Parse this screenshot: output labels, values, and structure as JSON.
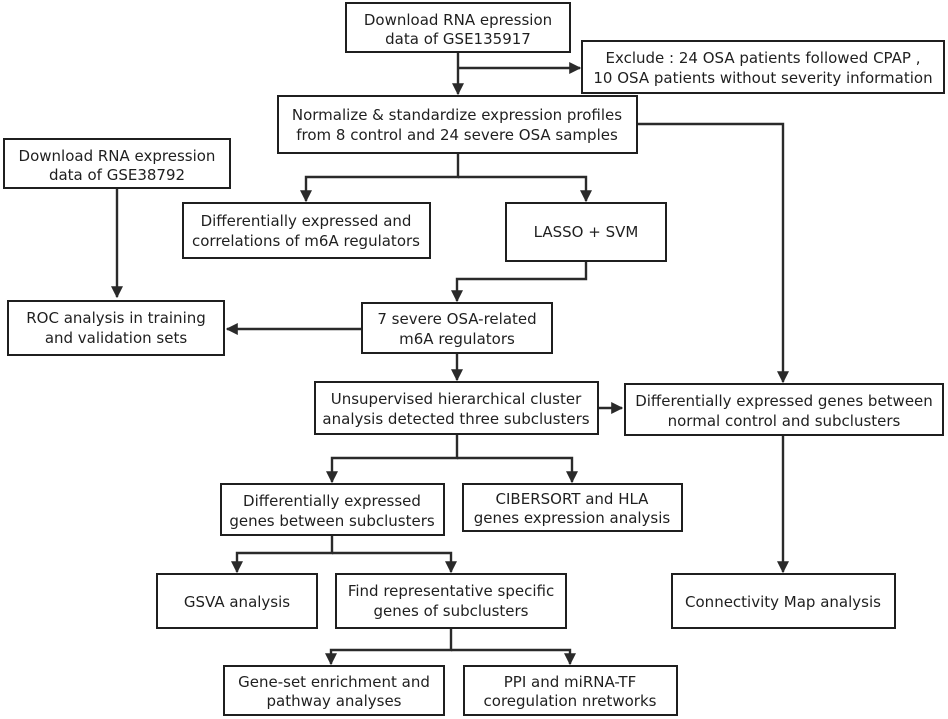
{
  "nodes": {
    "download_gse135917": [
      "Download RNA epression",
      "data of GSE135917"
    ],
    "exclude": [
      "Exclude : 24 OSA patients followed CPAP ,",
      "10 OSA patients without severity information"
    ],
    "normalize": [
      "Normalize & standardize expression profiles",
      "from 8 control and 24 severe OSA samples"
    ],
    "download_gse38792": [
      "Download RNA expression",
      "data of GSE38792"
    ],
    "diff_m6a": [
      "Differentially expressed and",
      "correlations of m6A regulators"
    ],
    "lasso_svm": [
      "LASSO + SVM"
    ],
    "roc": [
      "ROC analysis in training",
      "and validation sets"
    ],
    "osa_regulators": [
      "7 severe OSA-related",
      "m6A regulators"
    ],
    "cluster": [
      "Unsupervised hierarchical cluster",
      "analysis detected three subclusters"
    ],
    "deg_control": [
      "Differentially expressed genes between",
      "normal control and subclusters"
    ],
    "deg_subclusters": [
      "Differentially expressed",
      "genes between subclusters"
    ],
    "cibersort": [
      "CIBERSORT and HLA",
      "genes expression analysis"
    ],
    "gsva": [
      "GSVA analysis"
    ],
    "find_genes": [
      "Find representative specific",
      "genes of subclusters"
    ],
    "cmap": [
      "Connectivity Map analysis"
    ],
    "enrichment": [
      "Gene-set enrichment and",
      "pathway analyses"
    ],
    "ppi": [
      "PPI and miRNA-TF",
      "coregulation nretworks"
    ]
  }
}
